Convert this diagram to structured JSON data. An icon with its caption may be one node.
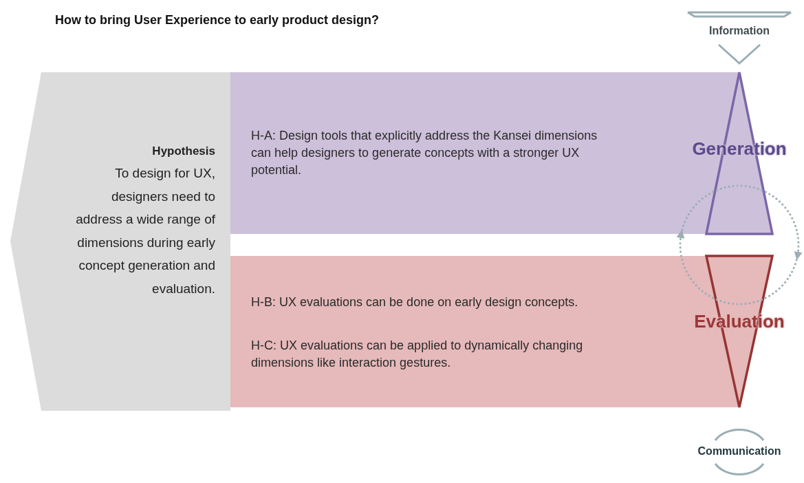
{
  "diagram": {
    "title": "How to bring User Experience to early product design?",
    "nodes": [
      {
        "text": [
          "Hypothesis",
          "To design for UX, designers need to address a wide range of dimensions during early concept generation and evaluation."
        ]
      },
      {
        "text": [
          "H-A: Design tools that explicitly address the Kansei dimensions can help designers to generate concepts with a stronger UX potential."
        ]
      },
      {
        "text": [
          "H-B: UX evaluations can be done on early design concepts.",
          "H-C: UX evaluations can be applied to dynamically changing dimensions like interaction gestures."
        ]
      },
      {
        "text": [
          "Generation"
        ]
      },
      {
        "text": [
          "Evaluation"
        ]
      },
      {
        "text": [
          "Information"
        ]
      },
      {
        "text": [
          "Communication"
        ]
      }
    ],
    "edges": [
      {
        "from": 4,
        "to": 3,
        "arrow": "to",
        "style": "dashed"
      },
      {
        "from": 3,
        "to": 4,
        "arrow": "to",
        "style": "dashed"
      }
    ]
  }
}
